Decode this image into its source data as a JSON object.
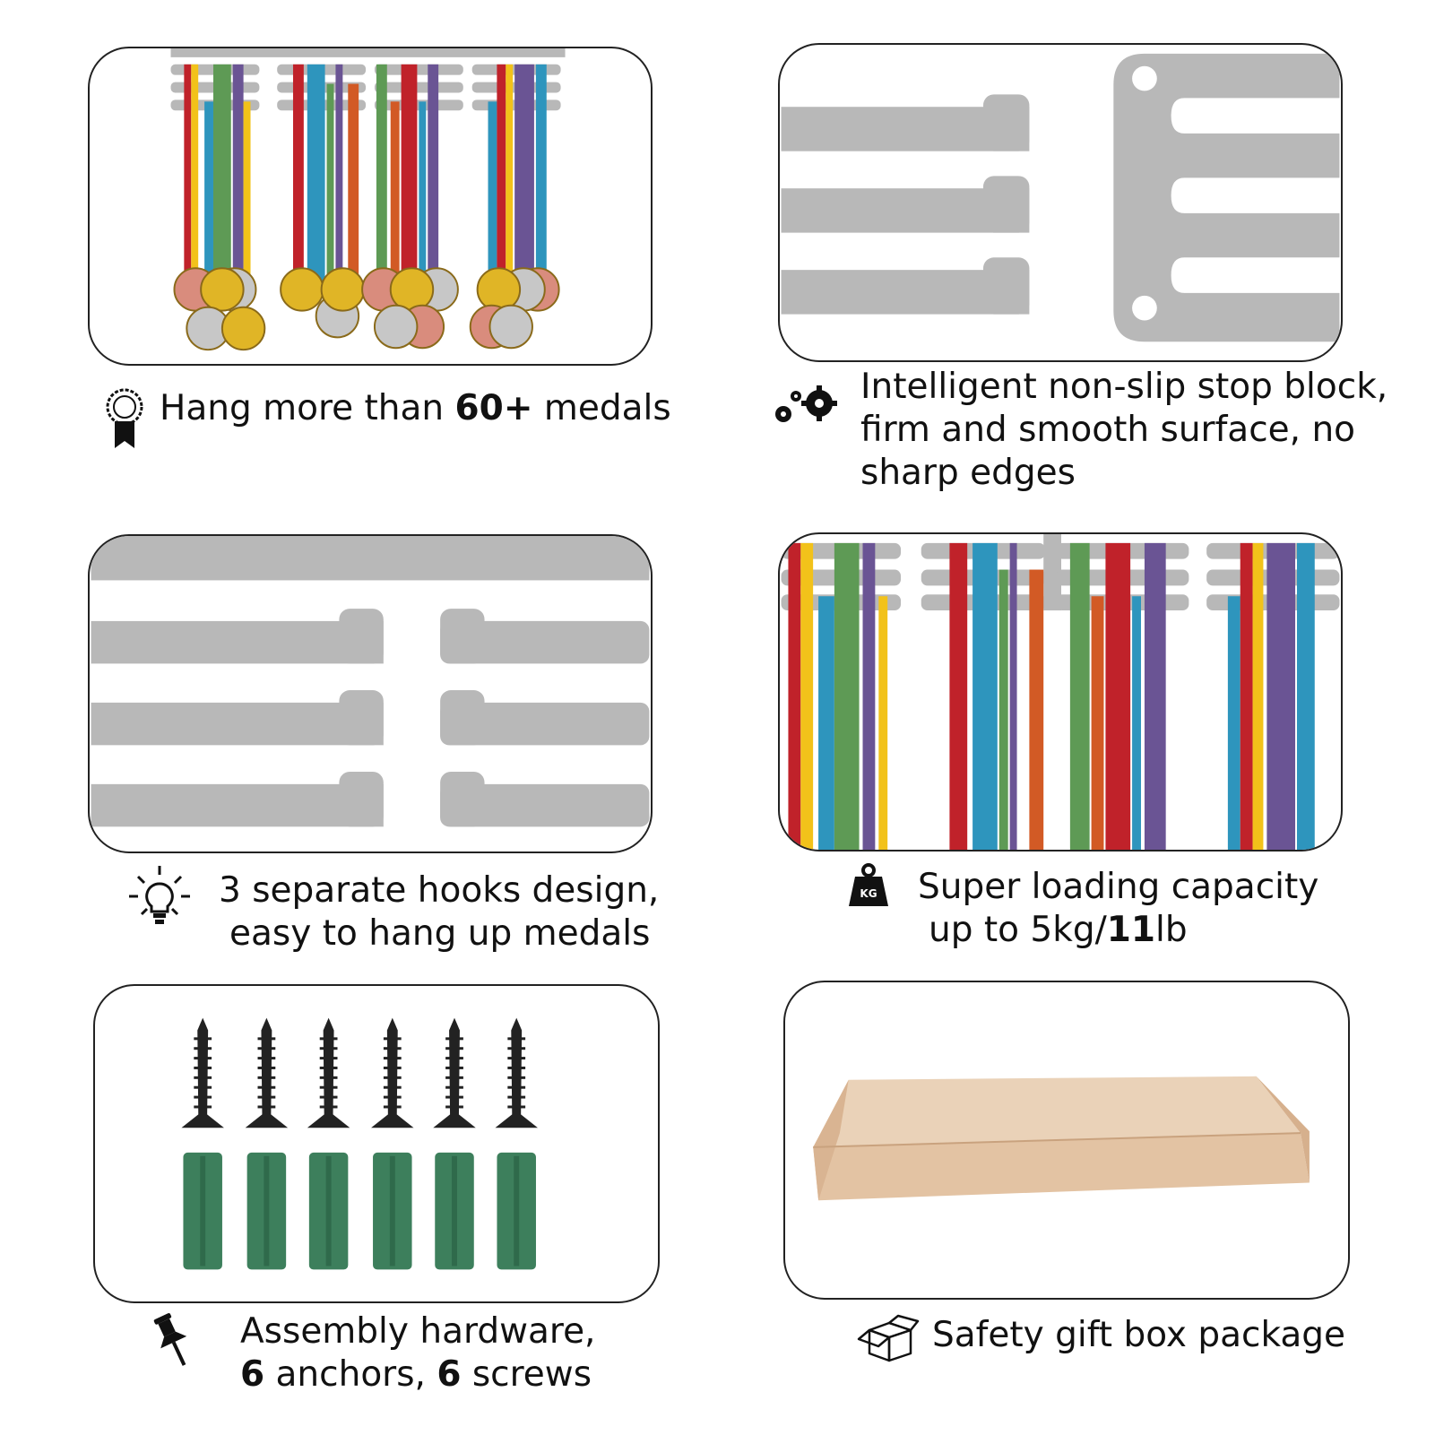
{
  "features": {
    "medals": {
      "icon": "award-ribbon-icon",
      "pre": "Hang more than ",
      "bold": "60+",
      "post": " medals"
    },
    "stop_block": {
      "icon": "gears-icon",
      "line1": "Intelligent non-slip stop block,",
      "line2": "firm and smooth surface, no",
      "line3": "sharp edges"
    },
    "hooks": {
      "icon": "lightbulb-icon",
      "line1": "3 separate hooks design,",
      "line2": "easy to hang up medals"
    },
    "capacity": {
      "icon": "kg-weight-icon",
      "weight_label": "KG",
      "line1": "Super loading capacity",
      "line2_pre": "up to 5kg/",
      "line2_bold": "11",
      "line2_post": "lb"
    },
    "hardware": {
      "icon": "pushpin-icon",
      "line1": "Assembly hardware,",
      "line2_bold_a": "6",
      "line2_mid": " anchors, ",
      "line2_bold_b": "6",
      "line2_post": " screws"
    },
    "package": {
      "icon": "open-box-icon",
      "text": "Safety gift box package"
    }
  },
  "colors": {
    "panel_border": "#222222",
    "rack_gray": "#b8b8b8",
    "ribbon_red": "#c0222a",
    "ribbon_yellow": "#f2c21a",
    "ribbon_green": "#5e9a55",
    "ribbon_teal": "#2e95bd",
    "ribbon_purple": "#6a5494",
    "ribbon_orange": "#d25a25",
    "gold": "#e0b526",
    "silver": "#c7c7c7",
    "bronze": "#d98c7d",
    "screw": "#222222",
    "anchor": "#3d7f5c",
    "cardboard": "#e3c3a3"
  }
}
